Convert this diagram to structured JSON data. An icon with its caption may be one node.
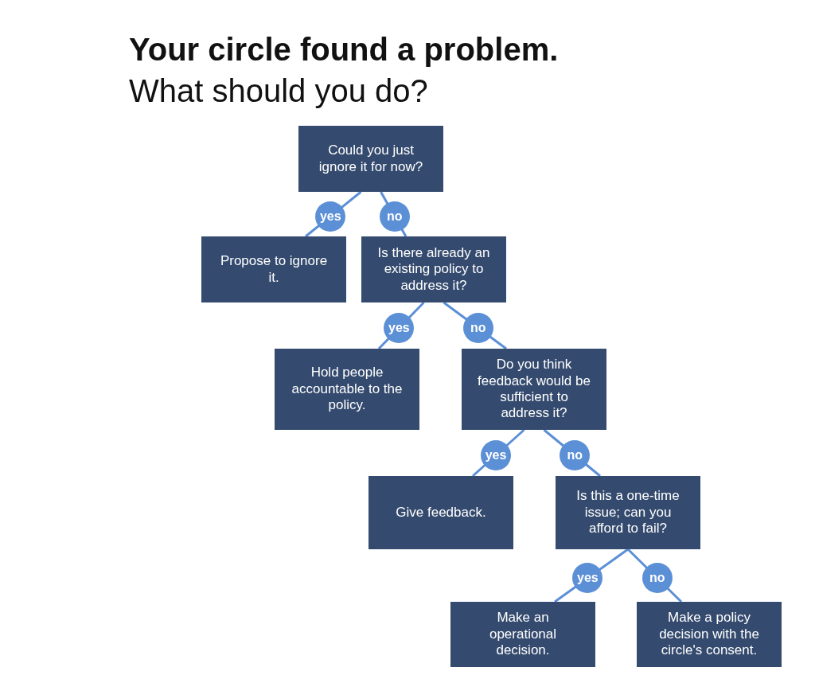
{
  "diagram": {
    "title": "Your circle found a problem.",
    "labels": [
      "What should you do?"
    ],
    "nodes": [
      {
        "text": [
          "Could you just ignore it for now?"
        ]
      },
      {
        "text": [
          "Propose to ignore it."
        ]
      },
      {
        "text": [
          "Is there already an existing policy to address it?"
        ]
      },
      {
        "text": [
          "Hold people accountable to the policy."
        ]
      },
      {
        "text": [
          "Do you think feedback would be sufficient to address it?"
        ]
      },
      {
        "text": [
          "Give feedback."
        ]
      },
      {
        "text": [
          "Is this a one-time issue; can you afford to fail?"
        ]
      },
      {
        "text": [
          "Make an operational decision."
        ]
      },
      {
        "text": [
          "Make a policy decision with the circle's consent."
        ]
      }
    ],
    "edges": [
      {
        "from": 0,
        "to": 1,
        "arrow": "none",
        "label": "yes"
      },
      {
        "from": 0,
        "to": 2,
        "arrow": "none",
        "label": "no"
      },
      {
        "from": 2,
        "to": 3,
        "arrow": "none",
        "label": "yes"
      },
      {
        "from": 2,
        "to": 4,
        "arrow": "none",
        "label": "no"
      },
      {
        "from": 4,
        "to": 5,
        "arrow": "none",
        "label": "yes"
      },
      {
        "from": 4,
        "to": 6,
        "arrow": "none",
        "label": "no"
      },
      {
        "from": 6,
        "to": 7,
        "arrow": "none",
        "label": "yes"
      },
      {
        "from": 6,
        "to": 8,
        "arrow": "none",
        "label": "no"
      }
    ]
  }
}
